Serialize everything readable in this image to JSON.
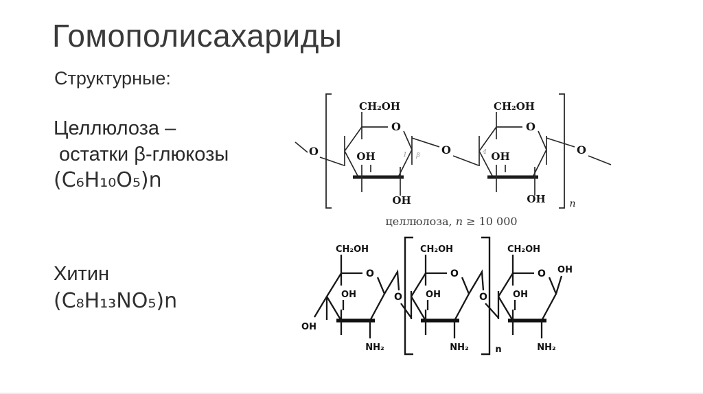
{
  "slide": {
    "title": "Гомополисахариды",
    "subtitle": "Структурные:",
    "cellulose": {
      "name": "Целлюлоза –",
      "residues": "остатки β-глюкозы",
      "formula": "(C₆H₁₀O₅)n"
    },
    "chitin": {
      "name": "Хитин",
      "formula": "(C₈H₁₃NO₅)n"
    },
    "caption": {
      "prefix": "целлюлоза, ",
      "n_symbol": "n",
      "suffix": " ≥ 10 000"
    }
  },
  "labels": {
    "ch2oh": "CH₂OH",
    "oh": "OH",
    "ring_o": "O",
    "bridge_o": "O",
    "nh2": "NH₂",
    "n_index": "n",
    "c1": "1",
    "beta": "β",
    "c4": "4"
  }
}
